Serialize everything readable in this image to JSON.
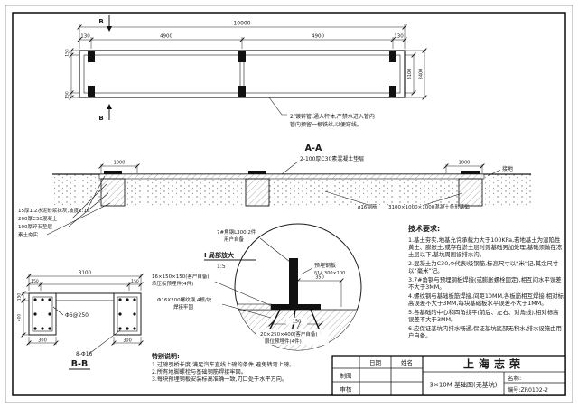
{
  "plan": {
    "section_marker": "B",
    "dim_overall": "10000",
    "dims_top": [
      "130",
      "4900",
      "4900",
      "130"
    ],
    "dim_left_top": "150",
    "dim_left_bottom": "150",
    "dim_right_inner": "3100",
    "dim_right_outer": "3400",
    "pipe_note_line1": "2″镀锌管,通入秤体,严禁水进入管内",
    "pipe_note_line2": "管内预留一根铁丝,以便穿线。"
  },
  "section_aa": {
    "title": "A-A",
    "cushion_note": "2-100厚C30素混凝土垫层",
    "dim_apron_left": "1000",
    "dim_apron_right": "1000",
    "grounding_label": "接地",
    "rebar_label": "ø16钢筋",
    "footing_label": "3100×1000×1000混凝土条形基础",
    "layer_notes": [
      "15厚1:2水泥砂浆抹灰,坡度1:10",
      "200厚C30混凝土",
      "100厚碎石垫层",
      "素土夯实"
    ]
  },
  "detail": {
    "marker": "Ⅰ 局部放大",
    "scale": "1:5",
    "angle_note_line1": "7#角钢L300,2件",
    "angle_note_line2": "用户自备",
    "plate_label": "预埋钢板",
    "plate_spec": "δ14 300×100",
    "bearing_note_line1": "16×150×150(客户自备)",
    "bearing_note_line2": "承压板预埋件(4件)",
    "anchor_note_line1": "Φ16X200螺纹钢,4根/块",
    "anchor_note_line2": "焊接牢固",
    "dim_350": "350",
    "dim_150": "150",
    "limit_note_line1": "20×250×400(客户自备)",
    "limit_note_line2": "限位预埋件(4件)"
  },
  "section_bb": {
    "title": "B-B",
    "dim_width": "3100",
    "dim_edge_left": "150",
    "dim_edge_right": "150",
    "dim_slab": "150",
    "dim_beam": "400",
    "stirrup_label": "Φ6@250",
    "rebar_label": "8-Φ16",
    "dim_beam_left": "300",
    "dim_beam_right": "300"
  },
  "special_notes": {
    "title": "特别说明:",
    "items": [
      "1.过磅引桥长度,满足汽车直线上磅的条件,避免转弯上磅。",
      "2.所有地脚螺栓与基础钢筋焊接牢固。",
      "3.每块预埋钢板安装标高准确一致,刀口处于水平方向。"
    ]
  },
  "tech_requirements": {
    "title": "技术要求:",
    "items": [
      "1.基土夯实,地基允许承载力大于100KPa,若地基土为湿陷性黄土、膨胀土,或存在淤土层时则基础另加处理,基础须做在冻土层以下,基坑周围设排水沟。",
      "2.混凝土为C30,Φ代表Ⅰ级钢筋,标高尺寸以“米”记,其余尺寸以“毫米”记。",
      "3.7#角钢与预埋钢板焊接(或膨胀螺栓固定),相互间水平误差不大于3MM。",
      "4.螺纹钢与基础板筋焊接,间距10MM,各板筋相互焊接,相对标高误差不大于3MM,每块基础板水平误差不大于1MM。",
      "5.各基础的中心和四角找平(前后、左右、对角线),相对标高误差不大于3MM。",
      "6.应保证基坑内排水畅通,保证基坑底部无积水,排水设施由用户自备。"
    ]
  },
  "title_block": {
    "company": "上海志荣",
    "col_date": "日期",
    "col_name": "姓名",
    "row_draft": "制图",
    "row_check": "审核",
    "name_label": "名称:",
    "drawing_name": "3×10M 基础图(无基坑)",
    "drawing_no": "编号:ZR0102-2"
  }
}
